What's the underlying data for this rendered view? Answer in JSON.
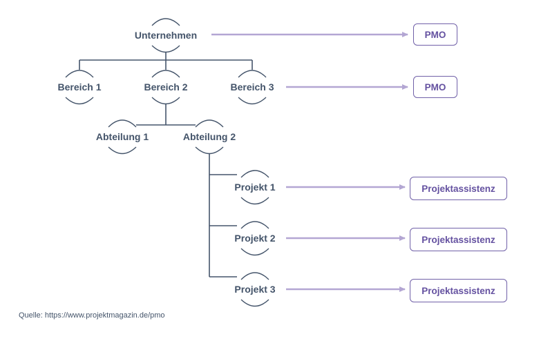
{
  "nodes": {
    "unternehmen": "Unternehmen",
    "bereich1": "Bereich 1",
    "bereich2": "Bereich 2",
    "bereich3": "Bereich 3",
    "abteilung1": "Abteilung 1",
    "abteilung2": "Abteilung 2",
    "projekt1": "Projekt 1",
    "projekt2": "Projekt 2",
    "projekt3": "Projekt 3"
  },
  "targets": {
    "pmo_top": "PMO",
    "pmo_bereich": "PMO",
    "assist1": "Projektassistenz",
    "assist2": "Projektassistenz",
    "assist3": "Projektassistenz"
  },
  "source": "Quelle: https://www.projektmagazin.de/pmo",
  "colors": {
    "line": "#44546a",
    "arrow": "#b3a6d3",
    "box_border": "#7060a8",
    "box_text": "#6451a0"
  }
}
